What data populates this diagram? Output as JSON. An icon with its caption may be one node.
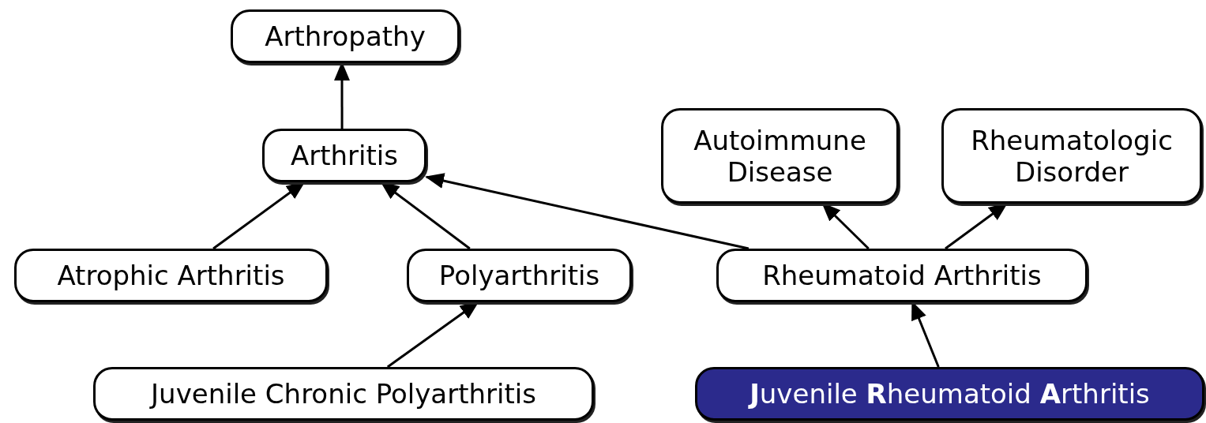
{
  "diagram": {
    "nodes": [
      {
        "text": [
          "Arthropathy"
        ]
      },
      {
        "text": [
          "Arthritis"
        ]
      },
      {
        "text": [
          "Autoimmune Disease"
        ]
      },
      {
        "text": [
          "Rheumatologic Disorder"
        ]
      },
      {
        "text": [
          "Atrophic Arthritis"
        ]
      },
      {
        "text": [
          "Polyarthritis"
        ]
      },
      {
        "text": [
          "Rheumatoid Arthritis"
        ]
      },
      {
        "text": [
          "Juvenile Chronic Polyarthritis"
        ]
      },
      {
        "text": [
          "**J**uvenile **R**heumatoid **A**rthritis"
        ]
      }
    ],
    "edges": [
      {
        "from": 1,
        "to": 0,
        "arrow": "to"
      },
      {
        "from": 4,
        "to": 1,
        "arrow": "to"
      },
      {
        "from": 5,
        "to": 1,
        "arrow": "to"
      },
      {
        "from": 6,
        "to": 1,
        "arrow": "to"
      },
      {
        "from": 6,
        "to": 2,
        "arrow": "to"
      },
      {
        "from": 6,
        "to": 3,
        "arrow": "to"
      },
      {
        "from": 7,
        "to": 5,
        "arrow": "to"
      },
      {
        "from": 8,
        "to": 6,
        "arrow": "to"
      }
    ]
  }
}
